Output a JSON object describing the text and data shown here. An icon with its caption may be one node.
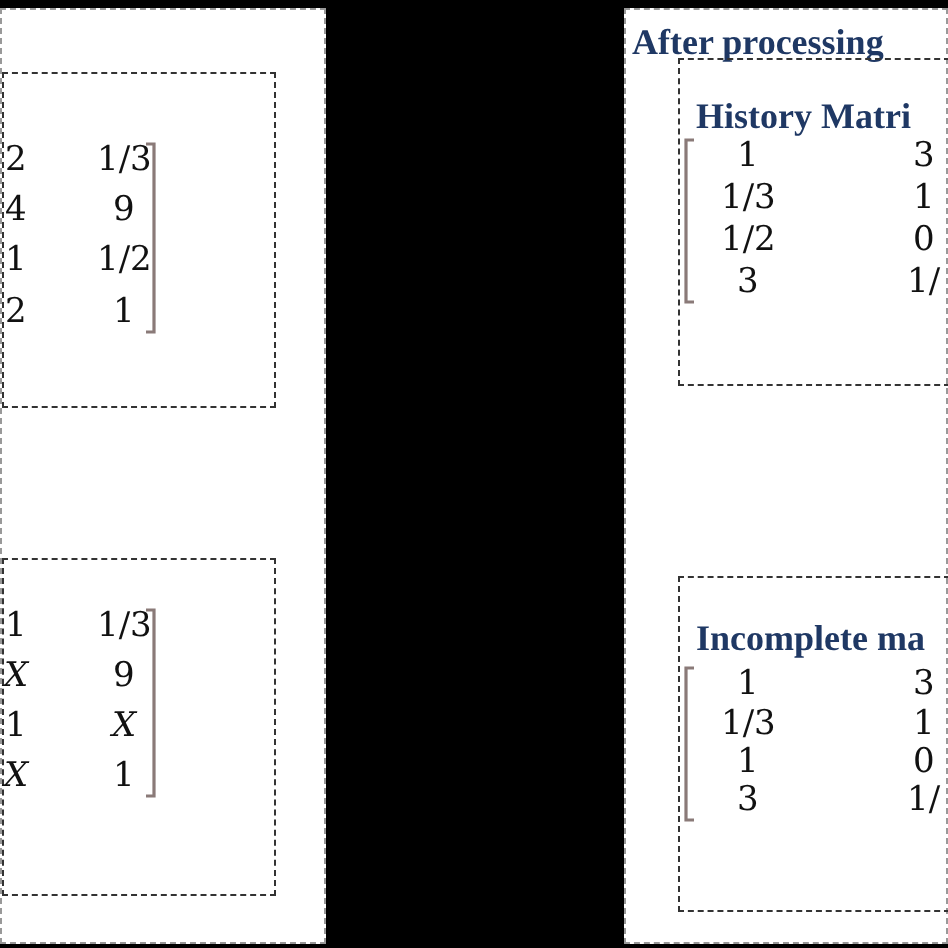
{
  "diagram": {
    "nodes": [
      {
        "text": [],
        "shape": "box"
      },
      {
        "text": [],
        "shape": "box",
        "in": 0
      },
      {
        "text": [],
        "shape": "box",
        "in": 0
      },
      {
        "text": [
          "After processing"
        ]
      },
      {
        "text": [
          "History Matri"
        ],
        "in": 3
      },
      {
        "text": [
          "Incomplete ma"
        ],
        "in": 3
      }
    ],
    "labels": [
      "2",
      "1/3",
      "4",
      "9",
      "1",
      "1/2",
      "2",
      "1",
      "1",
      "1/3",
      "X",
      "9",
      "1",
      "X",
      "X",
      "1",
      "1",
      "3",
      "1/3",
      "1",
      "1/2",
      "0",
      "3",
      "1/",
      "1",
      "3",
      "1/3",
      "1",
      "1",
      "0",
      "3",
      "1/"
    ]
  }
}
